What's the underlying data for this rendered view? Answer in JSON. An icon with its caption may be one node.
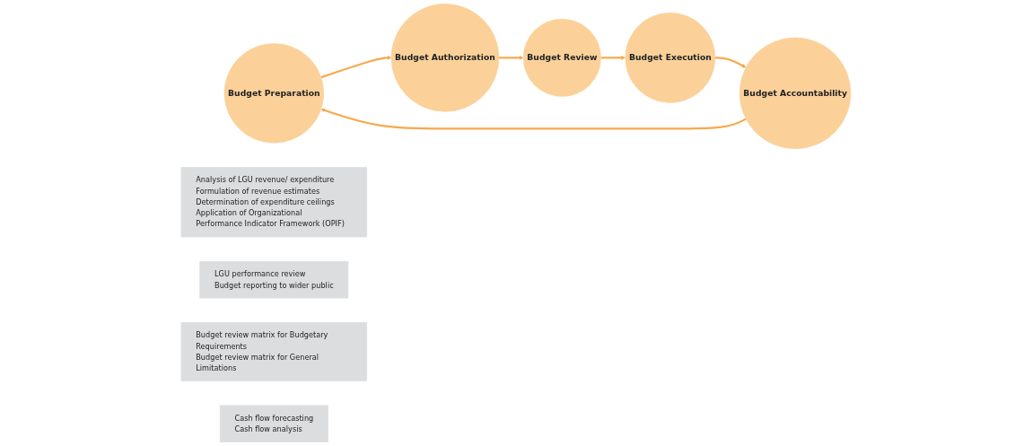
{
  "diagram": {
    "nodes": [
      {
        "text": [
          "Budget Preparation"
        ]
      },
      {
        "text": [
          "Analysis of LGU revenue/ expenditure",
          "Formulation of revenue estimates",
          "Determination of expenditure ceilings",
          "Application of Organizational Performance Indicator Framework (OPIF)"
        ]
      },
      {
        "text": [
          "LGU performance review",
          "Budget reporting to wider public"
        ]
      },
      {
        "text": [
          "Budget Accountability"
        ]
      },
      {
        "text": [
          "Budget Authorization"
        ]
      },
      {
        "text": [
          "Budget review matrix for Budgetary Requirements",
          "Budget review matrix for General Limitations"
        ]
      },
      {
        "text": [
          "Cash flow forecasting",
          "Cash flow analysis"
        ]
      },
      {
        "text": [
          "Budget Execution"
        ]
      },
      {
        "text": [
          "Budget Review"
        ]
      }
    ],
    "edges": [
      {
        "from": 0,
        "to": 4,
        "arrow": "to"
      },
      {
        "from": 4,
        "to": 8,
        "arrow": "to"
      },
      {
        "from": 8,
        "to": 7,
        "arrow": "to"
      },
      {
        "from": 7,
        "to": 3,
        "arrow": "to"
      },
      {
        "from": 3,
        "to": 0,
        "arrow": "to"
      }
    ]
  }
}
